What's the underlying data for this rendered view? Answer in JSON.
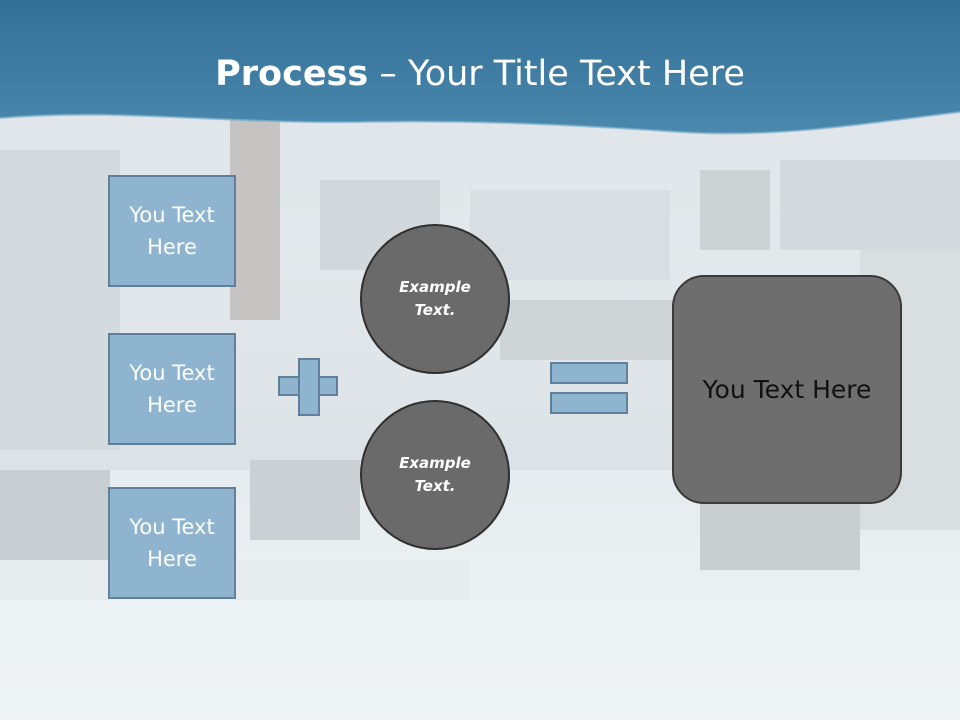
{
  "title": {
    "bold": "Process",
    "rest": " – Your Title Text Here"
  },
  "left_boxes": [
    {
      "label": "You Text Here"
    },
    {
      "label": "You Text Here"
    },
    {
      "label": "You Text Here"
    }
  ],
  "circles": [
    {
      "label": "Example Text."
    },
    {
      "label": "Example Text."
    }
  ],
  "result": {
    "label": "You Text Here"
  },
  "colors": {
    "banner": "#3f7fa6",
    "box_fill": "#8fb4cf",
    "box_border": "#5f7f9a",
    "circle_fill": "#6a6a6a",
    "result_fill": "#6e6e6e"
  }
}
